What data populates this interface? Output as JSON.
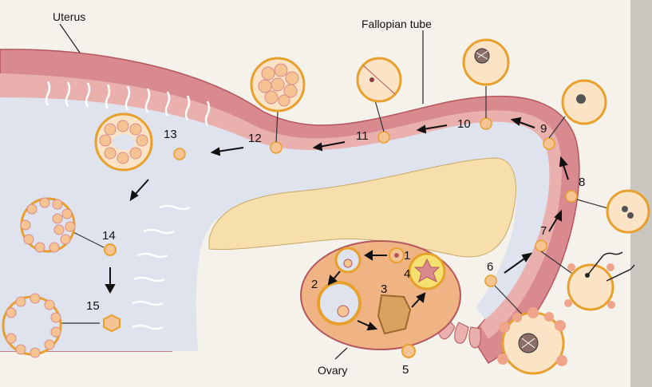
{
  "labels": {
    "uterus": "Uterus",
    "fallopian_tube": "Fallopian tube",
    "ovary": "Ovary"
  },
  "stages": [
    "1",
    "2",
    "3",
    "4",
    "5",
    "6",
    "7",
    "8",
    "9",
    "10",
    "11",
    "12",
    "13",
    "14",
    "15"
  ],
  "colors": {
    "uterus_wall": "#d98a8f",
    "lumen": "#dfe3ee",
    "ovary": "#f0b484",
    "yellow_tissue": "#f6dfaa",
    "cell": "#f6c493",
    "cell_ring": "#e8a02d"
  }
}
